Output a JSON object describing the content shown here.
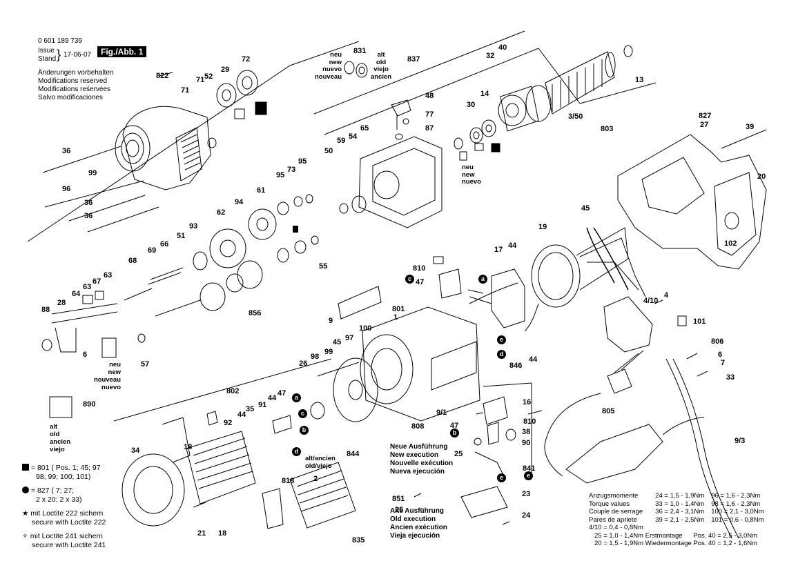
{
  "header": {
    "part_number": "0 601 189 739",
    "issue_label": "Issue",
    "stand_label": "Stand",
    "date": "17-06-07",
    "figure": "Fig./Abb. 1",
    "notes": [
      "Änderungen vorbehalten",
      "Modifications reserved",
      "Modifications reśervées",
      "Salvo modificaciones"
    ]
  },
  "label_groups": {
    "new_top": [
      "neu",
      "new",
      "nuevo",
      "nouveau"
    ],
    "old_top": [
      "alt",
      "old",
      "viejo",
      "ancien"
    ],
    "new_mid": [
      "neu",
      "new",
      "nuevo"
    ],
    "new_left": [
      "neu",
      "new",
      "nouveau",
      "nuevo"
    ],
    "old_left": [
      "alt",
      "old",
      "ancien",
      "viejo"
    ],
    "alt_old_2": [
      "alt/ancien",
      "old/viejo"
    ],
    "new_execution": [
      "Neue Ausführung",
      "New execution",
      "Nouvelle exécution",
      "Nueva ejecución"
    ],
    "old_execution": [
      "Alte Ausführung",
      "Old execution",
      "Ancien exécution",
      "Vieja ejecución"
    ]
  },
  "part_labels": [
    "831",
    "837",
    "822",
    "72",
    "29",
    "52",
    "71",
    "71",
    "48",
    "77",
    "87",
    "30",
    "14",
    "32",
    "40",
    "13",
    "3/50",
    "803",
    "827",
    "27",
    "39",
    "36",
    "99",
    "96",
    "36",
    "36",
    "50",
    "59",
    "54",
    "65",
    "95",
    "73",
    "95",
    "61",
    "94",
    "62",
    "93",
    "51",
    "69",
    "66",
    "68",
    "63",
    "67",
    "63",
    "64",
    "88",
    "28",
    "55",
    "856",
    "6",
    "57",
    "890",
    "9",
    "801",
    "1",
    "100",
    "97",
    "45",
    "99",
    "98",
    "26",
    "17",
    "44",
    "810",
    "47",
    "19",
    "45",
    "20",
    "102",
    "4/10",
    "4",
    "101",
    "806",
    "6",
    "7",
    "33",
    "846",
    "44",
    "9/1",
    "808",
    "16",
    "810",
    "47",
    "38",
    "90",
    "25",
    "841",
    "802",
    "92",
    "44",
    "35",
    "91",
    "44",
    "47",
    "34",
    "18",
    "21",
    "18",
    "818",
    "844",
    "835",
    "2",
    "851",
    "25",
    "23",
    "24",
    "805",
    "9/3"
  ],
  "callouts": [
    "a",
    "c",
    "b",
    "d",
    "e",
    "d",
    "e",
    "c",
    "a",
    "b",
    "e"
  ],
  "legend": {
    "square_line1": "= 801 ( Pos. 1; 45; 97",
    "square_line2": "98; 99; 100; 101)",
    "circle_line1": "= 827 ( 7; 27;",
    "circle_line2": "2 x 20; 2 x 33)",
    "star_line1": "mit Loctite 222 sichern",
    "star_line2": "secure with Loctite 222",
    "diamond_line1": "mit Loctite 241 sichern",
    "diamond_line2": "secure with Loctite 241"
  },
  "torque": {
    "titles": [
      "Anzugsmomente",
      "Torque values",
      "Couple de serrage",
      "Pares de apriete"
    ],
    "col1": [
      "24 = 1,5 - 1,9Nm",
      "33 = 1,0 - 1,4Nm",
      "36 = 2,4 - 3,1Nm",
      "39 = 2,1 - 2,5Nm"
    ],
    "col2": [
      "96 = 1,6 - 2,3Nm",
      "98 = 1,6 - 2,3Nm",
      "100 = 2,1 - 3,0Nm",
      "101 = 0,6 - 0,8Nm"
    ],
    "extra1": "4/10 = 0,4 - 0,8Nm",
    "extra2": "25 = 1,0 - 1,4Nm",
    "extra3": "20 = 1,5 - 1,9Nm",
    "first_assembly": "Erstmontage",
    "remount": "Wiedermontage",
    "pos1": "Pos. 40 = 2,5 - 3,0Nm",
    "pos2": "Pos. 40 = 1,2 - 1,6Nm"
  }
}
